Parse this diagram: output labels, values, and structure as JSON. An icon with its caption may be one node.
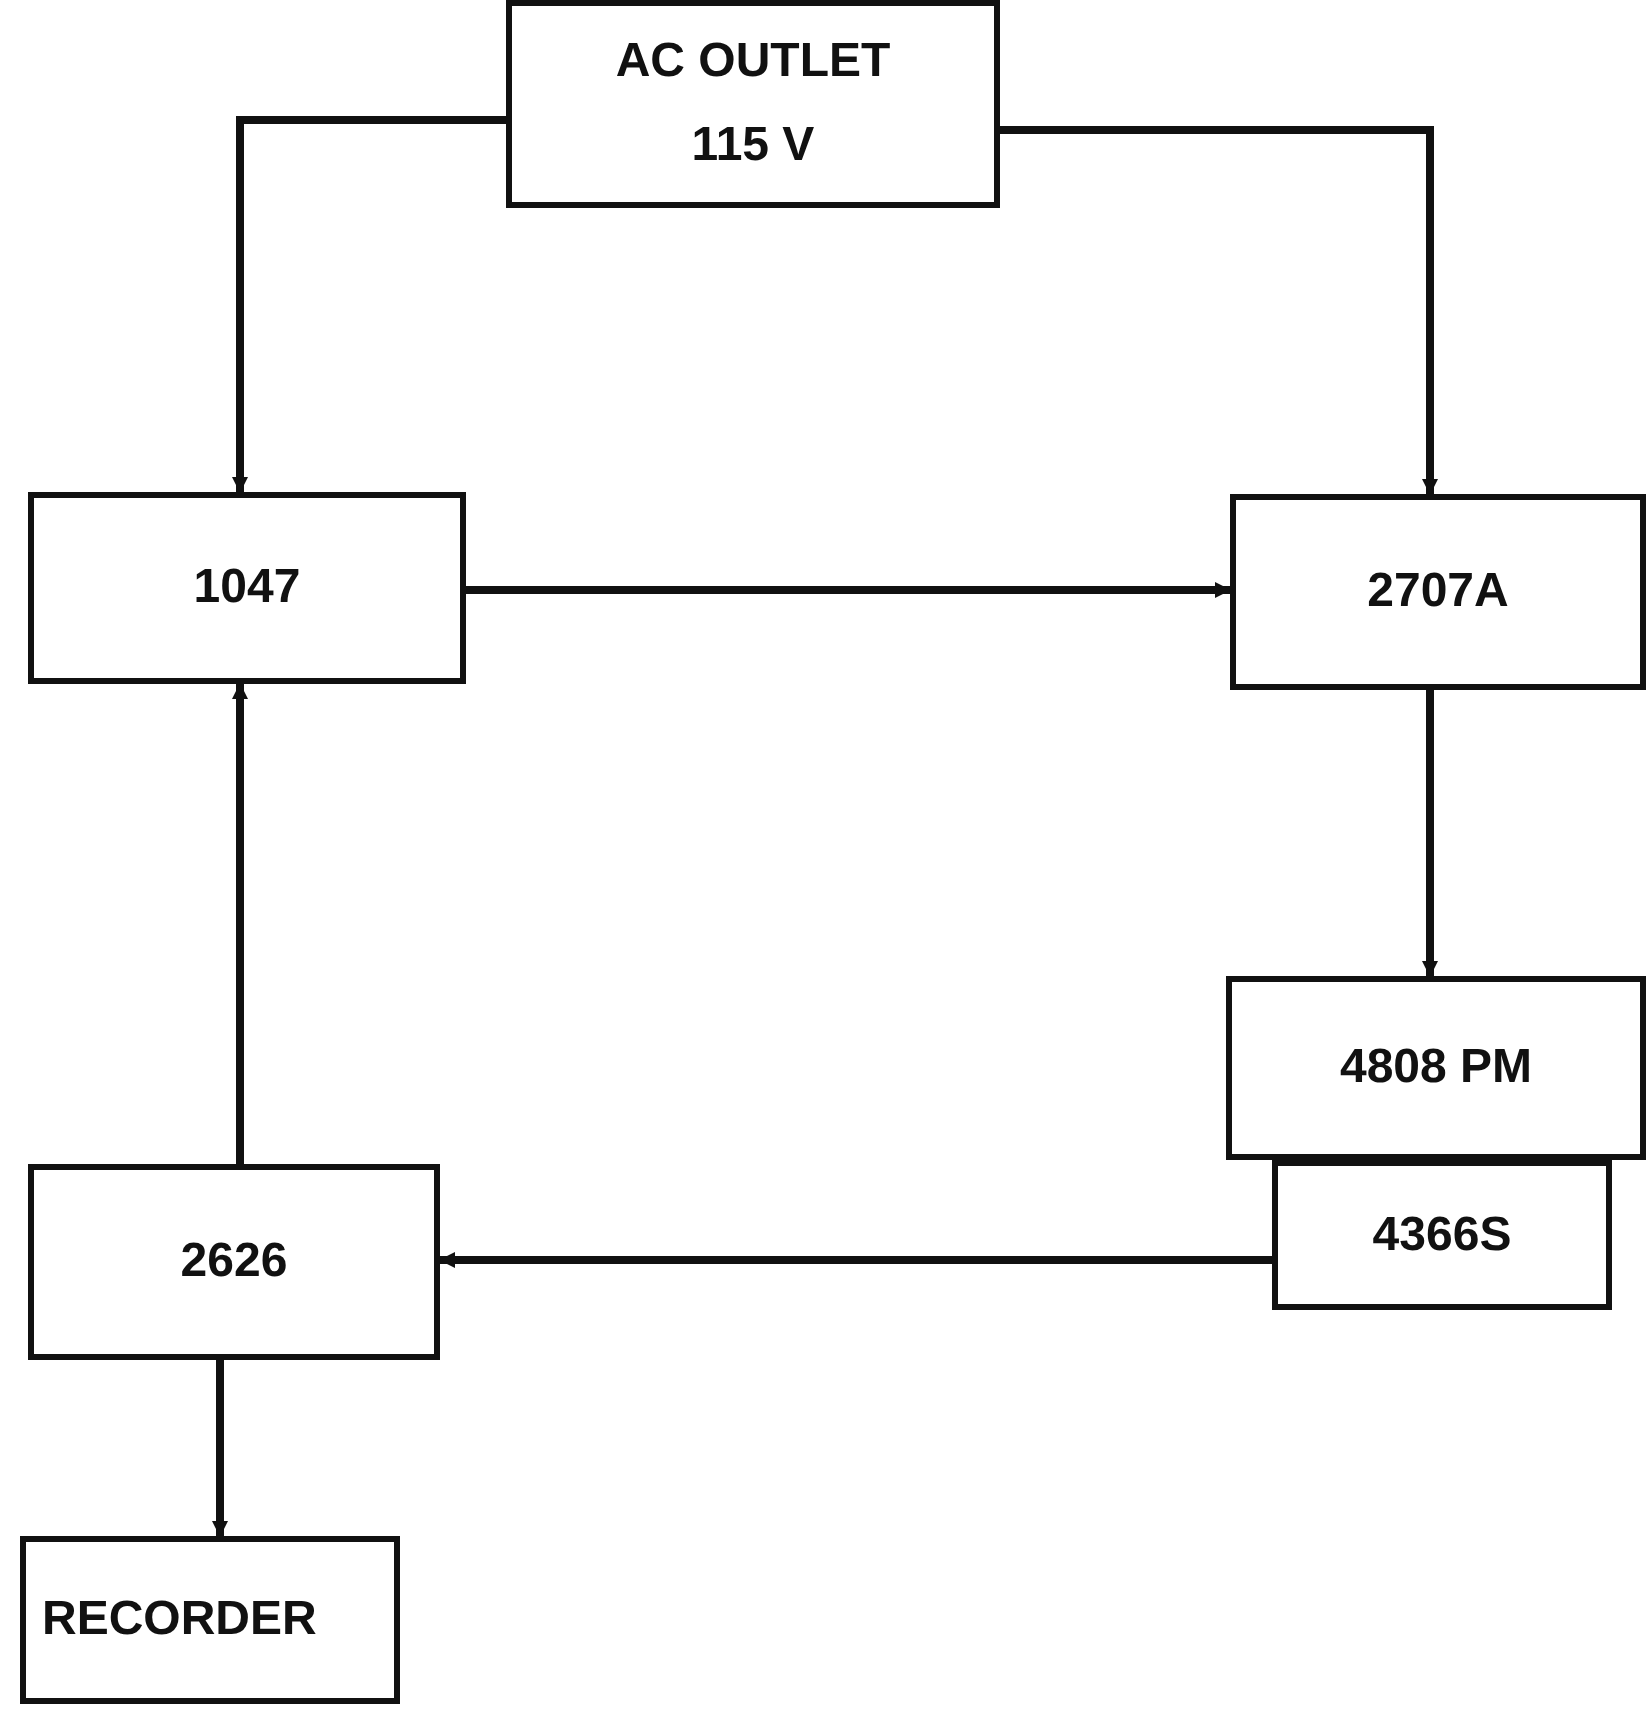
{
  "diagram": {
    "nodes": [
      {
        "text": [
          "AC OUTLET",
          "115 V"
        ]
      },
      {
        "text": [
          "1047"
        ]
      },
      {
        "text": [
          "2707A"
        ]
      },
      {
        "text": [
          "4808 PM"
        ]
      },
      {
        "text": [
          "4366S"
        ]
      },
      {
        "text": [
          "2626"
        ]
      },
      {
        "text": [
          "RECORDER"
        ]
      }
    ],
    "edges": [
      {
        "from": 0,
        "to": 1,
        "arrow": "to"
      },
      {
        "from": 0,
        "to": 2,
        "arrow": "to"
      },
      {
        "from": 1,
        "to": 2,
        "arrow": "to"
      },
      {
        "from": 2,
        "to": 3,
        "arrow": "to"
      },
      {
        "from": 4,
        "to": 5,
        "arrow": "to"
      },
      {
        "from": 5,
        "to": 1,
        "arrow": "to"
      },
      {
        "from": 5,
        "to": 6,
        "arrow": "to"
      }
    ]
  }
}
